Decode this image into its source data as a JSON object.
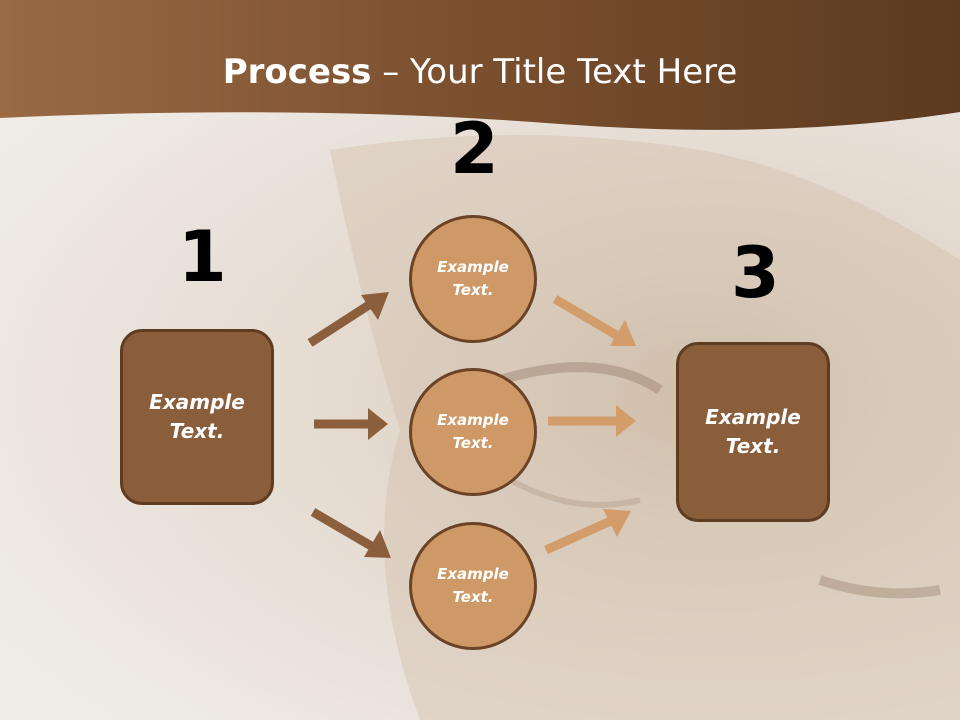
{
  "title": {
    "bold": "Process",
    "rest": " – Your Title Text Here"
  },
  "steps": {
    "one": "1",
    "two": "2",
    "three": "3"
  },
  "nodes": {
    "left_box": "Example Text.",
    "circle_top": "Example Text.",
    "circle_middle": "Example Text.",
    "circle_bottom": "Example Text.",
    "right_box": "Example Text."
  },
  "colors": {
    "header_brown": "#7a4f2e",
    "box_fill": "#8a5d3b",
    "circle_fill": "#cf9967",
    "arrow_dark": "#8b5e3c",
    "arrow_light": "#d39c6b"
  }
}
